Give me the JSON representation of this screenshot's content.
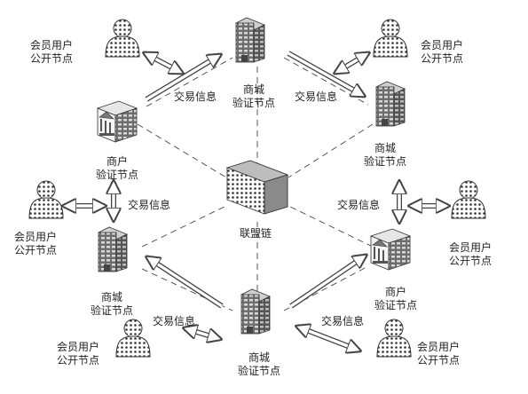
{
  "diagram": {
    "hub": "联盟链",
    "merchant_label": [
      "商户",
      "验证节点"
    ],
    "mall_label": [
      "商城",
      "验证节点"
    ],
    "member_label": [
      "会员用户",
      "公开节点"
    ],
    "transaction_info": "交易信息"
  }
}
